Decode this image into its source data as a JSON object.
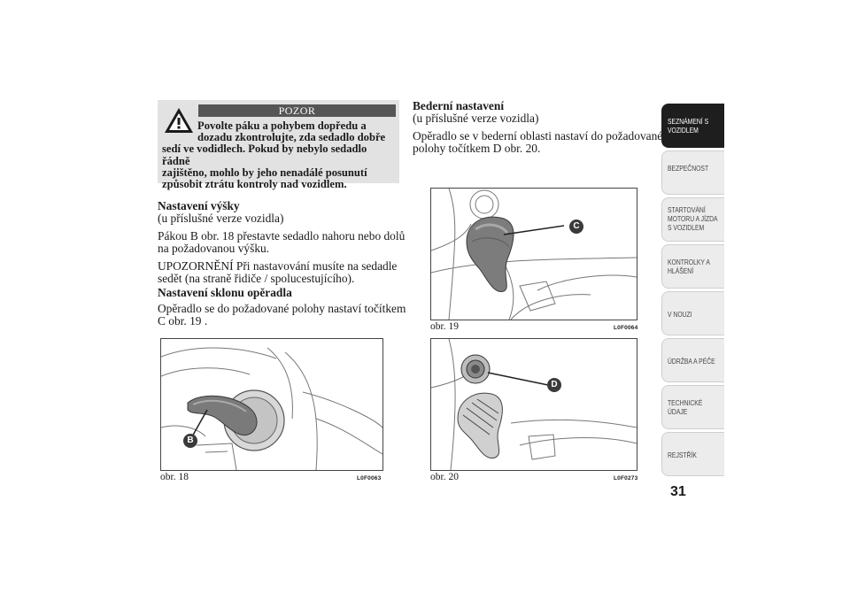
{
  "warning": {
    "title": "POZOR",
    "line1": "Povolte páku a pohybem dopředu a",
    "line2": "dozadu zkontrolujte, zda sedadlo dobře",
    "line3": "sedí ve vodidlech. Pokud by nebylo sedadlo řádně",
    "line4": "zajištěno, mohlo by jeho nenadálé posunutí",
    "line5": "způsobit ztrátu kontroly nad vozidlem."
  },
  "left": {
    "height_title": "Nastavení výšky",
    "height_sub": "(u příslušné verze vozidla)",
    "height_p1_l1": "Pákou B obr. 18 přestavte sedadlo nahoru nebo dolů",
    "height_p1_l2": "na požadovanou výšku.",
    "height_p2_l1": "UPOZORNĚNÍ Při nastavování musíte na sedadle",
    "height_p2_l2": "sedět (na straně řidiče / spolucestujícího).",
    "tilt_title": "Nastavení sklonu opěradla",
    "tilt_p_l1": "Opěradlo se do požadované polohy nastaví točítkem",
    "tilt_p_l2": "C obr. 19 ."
  },
  "right": {
    "lumbar_title": "Bederní nastavení",
    "lumbar_sub": "(u příslušné verze vozidla)",
    "lumbar_p_l1": "Opěradlo se v bederní oblasti nastaví do požadované",
    "lumbar_p_l2": "polohy točítkem D obr. 20."
  },
  "figures": {
    "fig18": {
      "caption": "obr. 18",
      "code": "L0F0063",
      "marker": "B"
    },
    "fig19": {
      "caption": "obr. 19",
      "code": "L0F0064",
      "marker": "C"
    },
    "fig20": {
      "caption": "obr. 20",
      "code": "L0F0273",
      "marker": "D"
    }
  },
  "tabs": [
    {
      "line1": "SEZNÁMENÍ S",
      "line2": "VOZIDLEM",
      "line3": "",
      "active": true
    },
    {
      "line1": "BEZPEČNOST",
      "line2": "",
      "line3": "",
      "active": false
    },
    {
      "line1": "STARTOVÁNÍ",
      "line2": "MOTORU A JÍZDA",
      "line3": "S VOZIDLEM",
      "active": false
    },
    {
      "line1": "KONTROLKY A",
      "line2": "HLÁŠENÍ",
      "line3": "",
      "active": false
    },
    {
      "line1": "V NOUZI",
      "line2": "",
      "line3": "",
      "active": false
    },
    {
      "line1": "ÚDRŽBA A PÉČE",
      "line2": "",
      "line3": "",
      "active": false
    },
    {
      "line1": "TECHNICKÉ",
      "line2": "ÚDAJE",
      "line3": "",
      "active": false
    },
    {
      "line1": "REJSTŘÍK",
      "line2": "",
      "line3": "",
      "active": false
    }
  ],
  "page_number": "31",
  "colors": {
    "tab_active": "#1e1e1e",
    "tab_inactive": "#ececec",
    "marker": "#3a3a3a",
    "warning_bg": "#e2e2e2"
  }
}
